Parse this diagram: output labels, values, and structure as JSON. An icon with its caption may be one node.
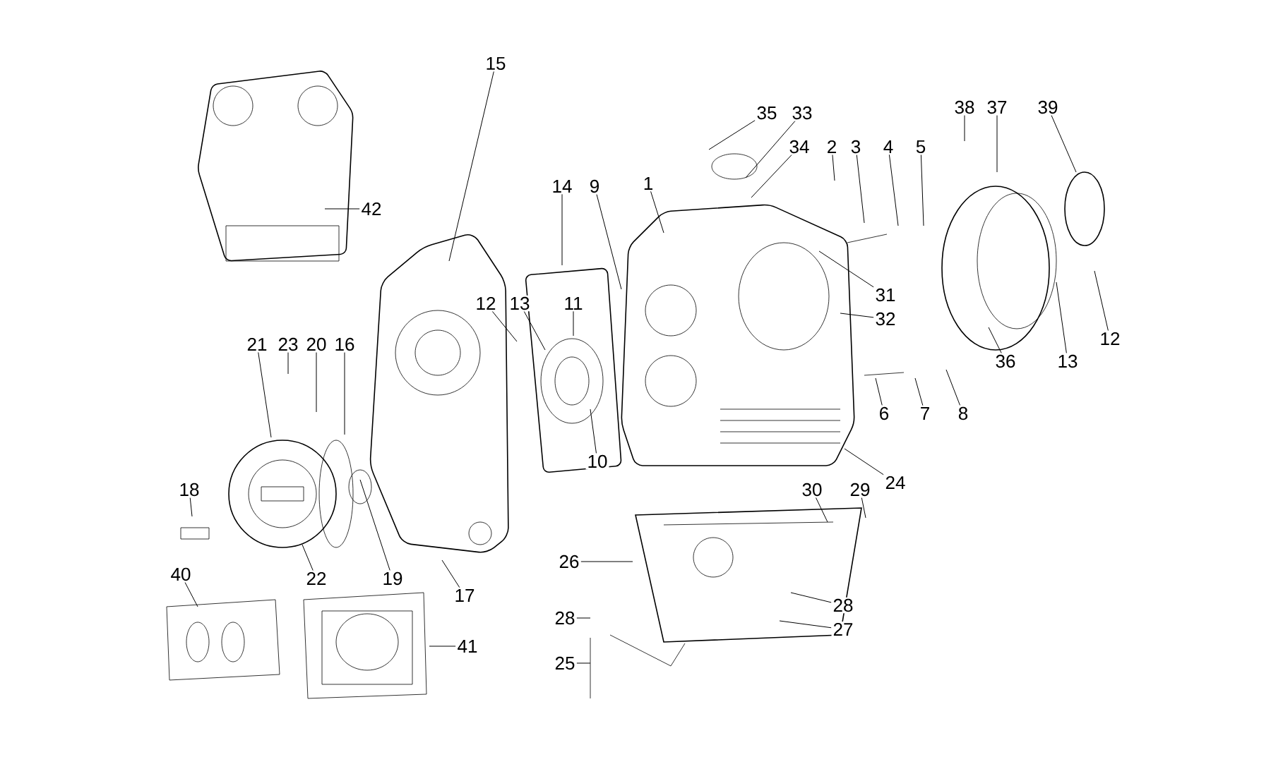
{
  "diagram": {
    "nodes": [
      {
        "text": [
          "15"
        ]
      },
      {
        "text": [
          "35"
        ]
      },
      {
        "text": [
          "33"
        ]
      },
      {
        "text": [
          "38"
        ]
      },
      {
        "text": [
          "37"
        ]
      },
      {
        "text": [
          "39"
        ]
      },
      {
        "text": [
          "34"
        ]
      },
      {
        "text": [
          "2"
        ]
      },
      {
        "text": [
          "3"
        ]
      },
      {
        "text": [
          "4"
        ]
      },
      {
        "text": [
          "5"
        ]
      },
      {
        "text": [
          "14"
        ]
      },
      {
        "text": [
          "9"
        ]
      },
      {
        "text": [
          "1"
        ]
      },
      {
        "text": [
          "42"
        ]
      },
      {
        "text": [
          "31"
        ]
      },
      {
        "text": [
          "32"
        ]
      },
      {
        "text": [
          "12"
        ]
      },
      {
        "text": [
          "13"
        ]
      },
      {
        "text": [
          "11"
        ]
      },
      {
        "text": [
          "12"
        ]
      },
      {
        "text": [
          "21"
        ]
      },
      {
        "text": [
          "23"
        ]
      },
      {
        "text": [
          "20"
        ]
      },
      {
        "text": [
          "16"
        ]
      },
      {
        "text": [
          "36"
        ]
      },
      {
        "text": [
          "13"
        ]
      },
      {
        "text": [
          "6"
        ]
      },
      {
        "text": [
          "7"
        ]
      },
      {
        "text": [
          "8"
        ]
      },
      {
        "text": [
          "10"
        ]
      },
      {
        "text": [
          "24"
        ]
      },
      {
        "text": [
          "18"
        ]
      },
      {
        "text": [
          "30"
        ]
      },
      {
        "text": [
          "29"
        ]
      },
      {
        "text": [
          "26"
        ]
      },
      {
        "text": [
          "40"
        ]
      },
      {
        "text": [
          "22"
        ]
      },
      {
        "text": [
          "19"
        ]
      },
      {
        "text": [
          "17"
        ]
      },
      {
        "text": [
          "28"
        ]
      },
      {
        "text": [
          "28"
        ]
      },
      {
        "text": [
          "27"
        ]
      },
      {
        "text": [
          "41"
        ]
      },
      {
        "text": [
          "25"
        ]
      }
    ],
    "edges": [
      {
        "from": 0,
        "to": null,
        "arrow": "none"
      },
      {
        "from": 1,
        "to": null,
        "arrow": "none"
      },
      {
        "from": 2,
        "to": null,
        "arrow": "none"
      },
      {
        "from": 3,
        "to": null,
        "arrow": "none"
      },
      {
        "from": 4,
        "to": null,
        "arrow": "none"
      },
      {
        "from": 5,
        "to": null,
        "arrow": "none"
      },
      {
        "from": 6,
        "to": null,
        "arrow": "none"
      },
      {
        "from": 7,
        "to": null,
        "arrow": "none"
      },
      {
        "from": 8,
        "to": null,
        "arrow": "none"
      },
      {
        "from": 9,
        "to": null,
        "arrow": "none"
      },
      {
        "from": 10,
        "to": null,
        "arrow": "none"
      },
      {
        "from": 11,
        "to": null,
        "arrow": "none"
      },
      {
        "from": 12,
        "to": null,
        "arrow": "none"
      },
      {
        "from": 13,
        "to": null,
        "arrow": "none"
      },
      {
        "from": 14,
        "to": null,
        "arrow": "none"
      },
      {
        "from": 15,
        "to": null,
        "arrow": "none"
      },
      {
        "from": 16,
        "to": null,
        "arrow": "none"
      },
      {
        "from": 17,
        "to": null,
        "arrow": "none"
      },
      {
        "from": 18,
        "to": null,
        "arrow": "none"
      },
      {
        "from": 19,
        "to": null,
        "arrow": "none"
      },
      {
        "from": 20,
        "to": null,
        "arrow": "none"
      },
      {
        "from": 21,
        "to": null,
        "arrow": "none"
      },
      {
        "from": 22,
        "to": null,
        "arrow": "none"
      },
      {
        "from": 23,
        "to": null,
        "arrow": "none"
      },
      {
        "from": 24,
        "to": null,
        "arrow": "none"
      },
      {
        "from": 25,
        "to": null,
        "arrow": "none"
      },
      {
        "from": 26,
        "to": null,
        "arrow": "none"
      },
      {
        "from": 27,
        "to": null,
        "arrow": "none"
      },
      {
        "from": 28,
        "to": null,
        "arrow": "none"
      },
      {
        "from": 29,
        "to": null,
        "arrow": "none"
      },
      {
        "from": 30,
        "to": null,
        "arrow": "none"
      },
      {
        "from": 31,
        "to": null,
        "arrow": "none"
      },
      {
        "from": 32,
        "to": null,
        "arrow": "none"
      },
      {
        "from": 33,
        "to": null,
        "arrow": "none"
      },
      {
        "from": 34,
        "to": null,
        "arrow": "none"
      },
      {
        "from": 35,
        "to": null,
        "arrow": "none"
      },
      {
        "from": 36,
        "to": null,
        "arrow": "none"
      },
      {
        "from": 37,
        "to": null,
        "arrow": "none"
      },
      {
        "from": 38,
        "to": null,
        "arrow": "none"
      },
      {
        "from": 39,
        "to": null,
        "arrow": "none"
      },
      {
        "from": 40,
        "to": null,
        "arrow": "none"
      },
      {
        "from": 41,
        "to": null,
        "arrow": "none"
      },
      {
        "from": 42,
        "to": null,
        "arrow": "none"
      },
      {
        "from": 43,
        "to": null,
        "arrow": "none"
      },
      {
        "from": 44,
        "to": null,
        "arrow": "none"
      }
    ]
  }
}
